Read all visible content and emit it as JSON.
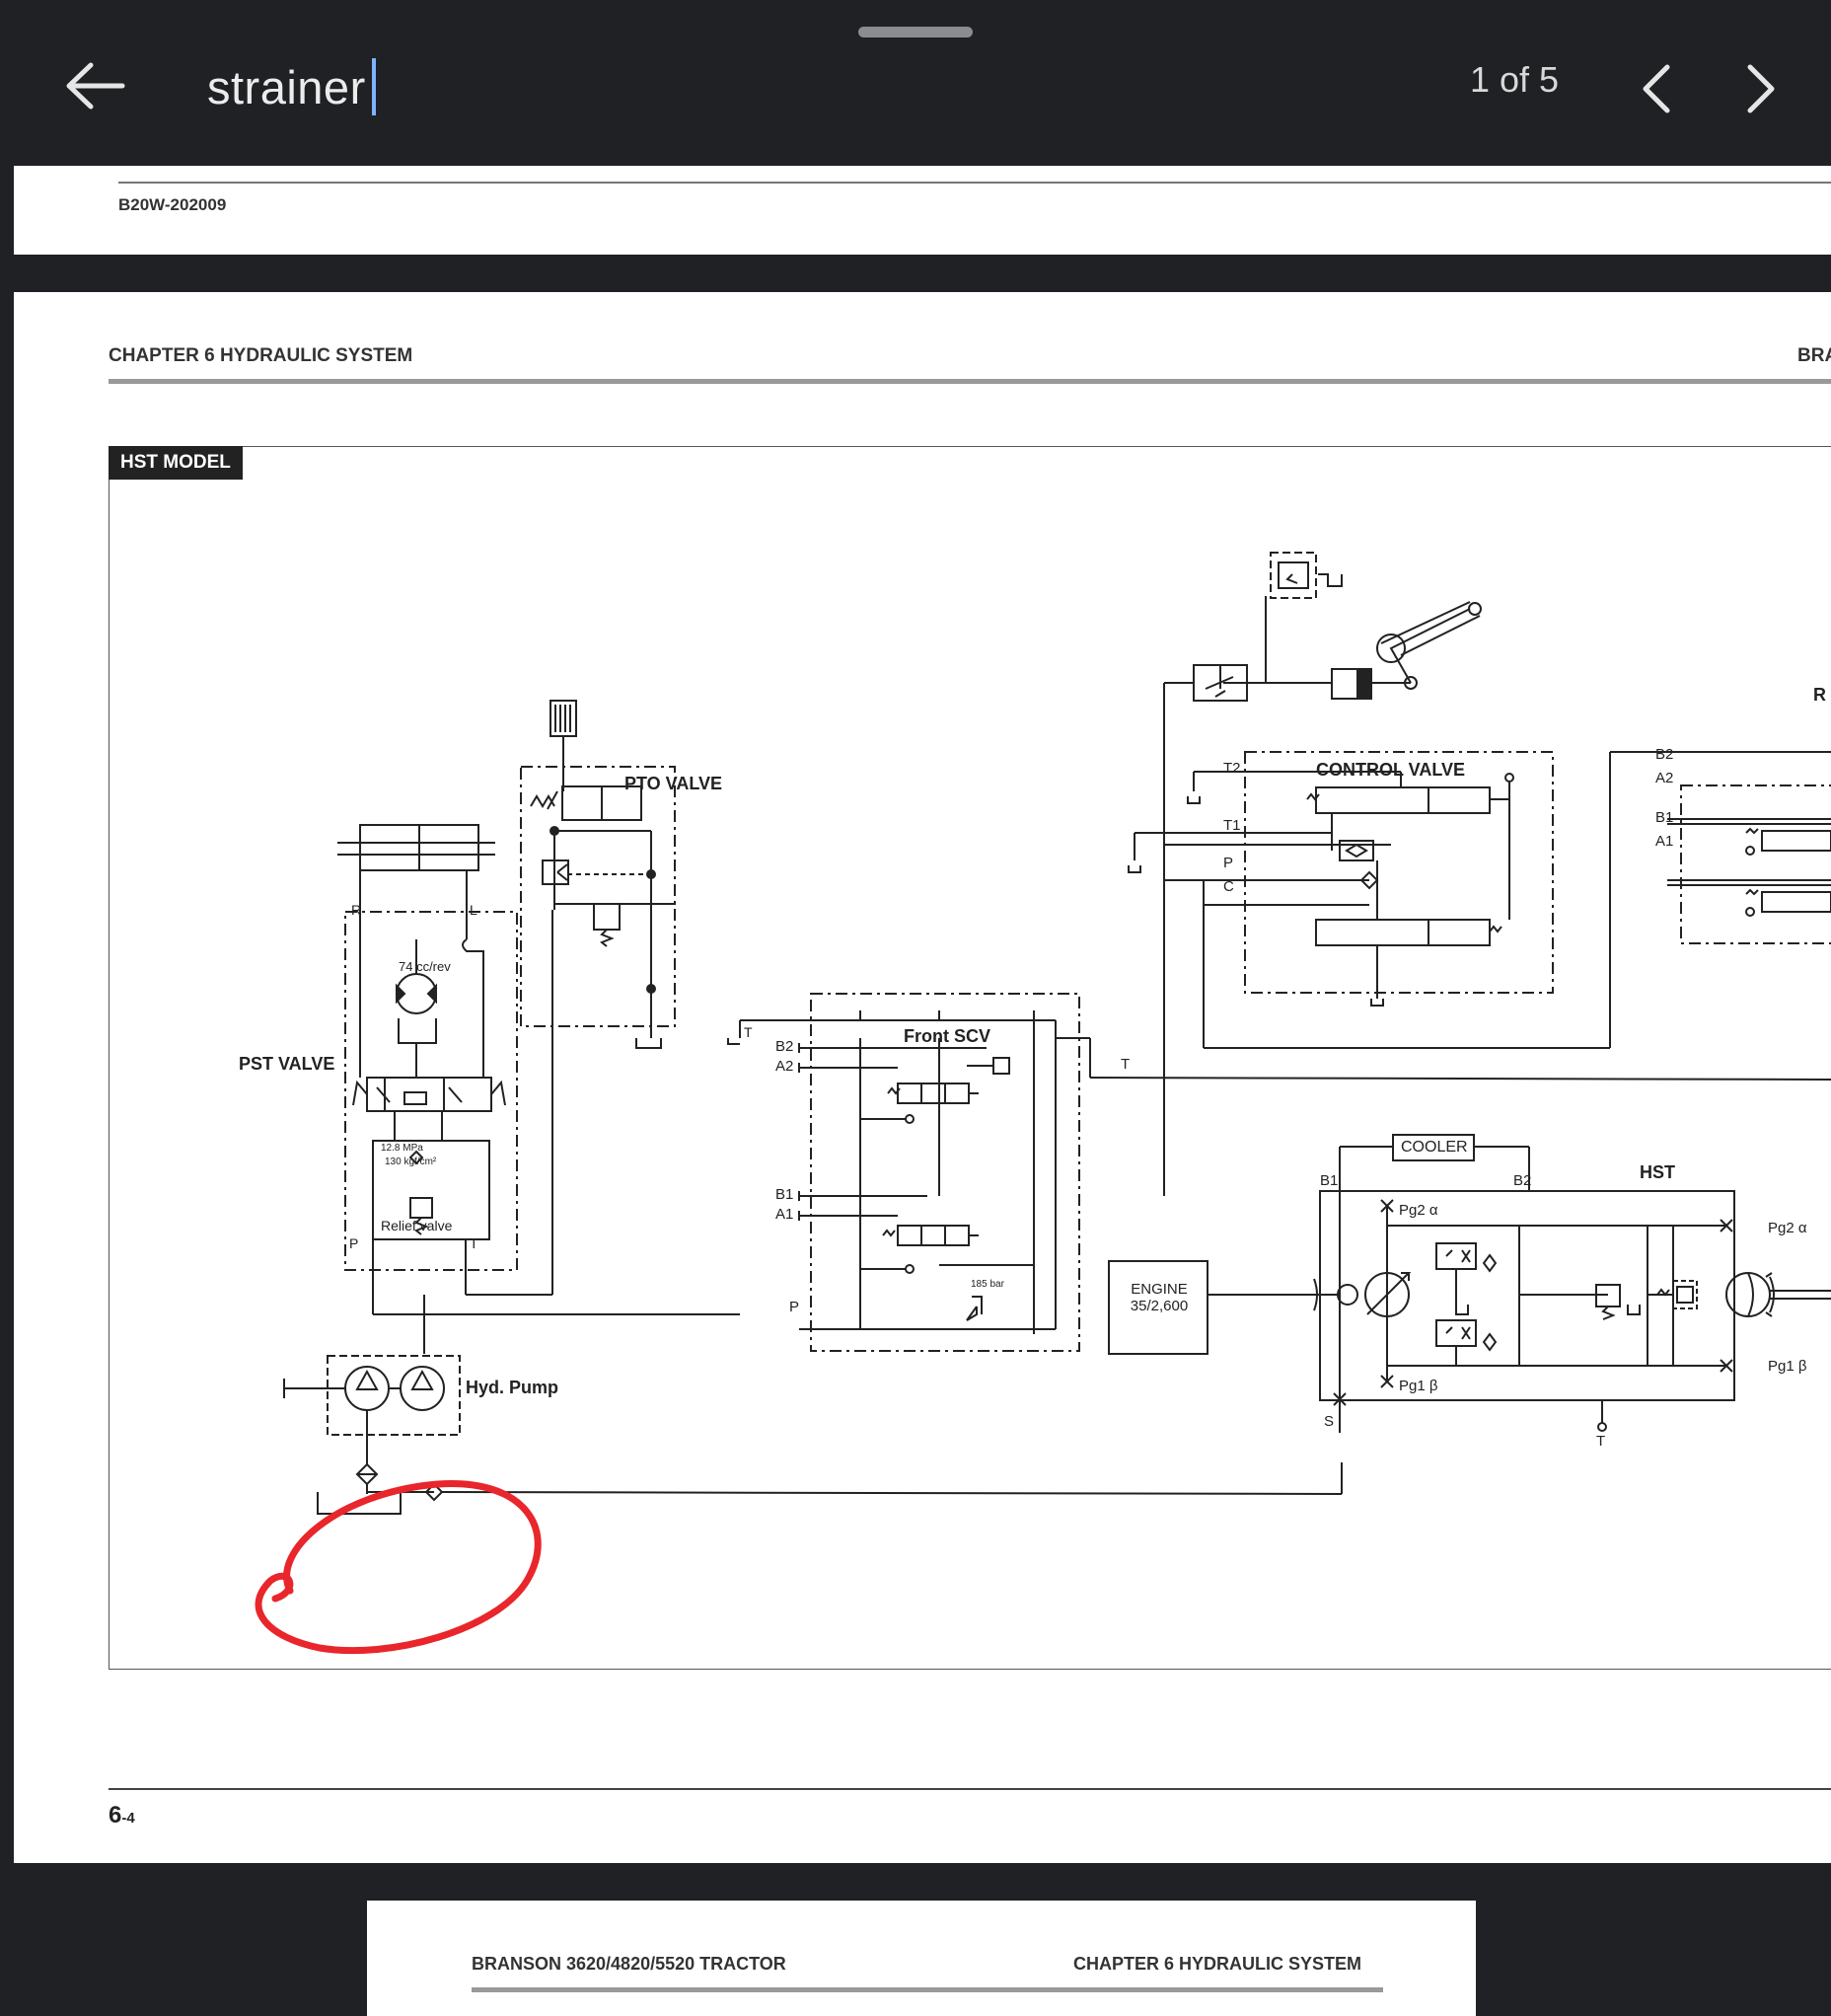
{
  "toolbar": {
    "search_value": "strainer",
    "match_counter": "1 of 5"
  },
  "page_prev": {
    "doc_code": "B20W-202009"
  },
  "page_main": {
    "chapter_header": "CHAPTER 6  HYDRAULIC SYSTEM",
    "header_right_fragment": "BRA",
    "model_badge": "HST MODEL",
    "page_number": "6",
    "page_number_sub": "-4",
    "diagram": {
      "pto_valve": "PTO VALVE",
      "control_valve": "CONTROL VALVE",
      "right_fragment": "R",
      "pst_valve": "PST VALVE",
      "motor_rate": "74 cc/rev",
      "port_r": "R",
      "port_l": "L",
      "relief_mpa": "12.8",
      "relief_mpa_unit": "MPa",
      "relief_kgf": "130",
      "relief_kgf_unit": "kgf/cm²",
      "relief_valve": "Relief valve",
      "port_p": "P",
      "port_t": "T",
      "hyd_pump": "Hyd. Pump",
      "front_scv": "Front SCV",
      "scv_b2": "B2",
      "scv_a2": "A2",
      "scv_b1": "B1",
      "scv_a1": "A1",
      "scv_t": "T",
      "scv_p": "P",
      "scv_t_right": "T",
      "scv_relief": "185",
      "scv_relief_unit": "bar",
      "cv_t2": "T2",
      "cv_t1": "T1",
      "cv_p": "P",
      "cv_c": "C",
      "rv_b2": "B2",
      "rv_a2": "A2",
      "rv_b1": "B1",
      "rv_a1": "A1",
      "cooler": "COOLER",
      "hst": "HST",
      "hst_b1": "B1",
      "hst_b2": "B2",
      "pg2_alpha_left": "Pg2 α",
      "pg2_alpha_right": "Pg2 α",
      "pg1_beta_left": "Pg1 β",
      "pg1_beta_right": "Pg1 β",
      "engine": "ENGINE",
      "engine_rating": "35/2,600",
      "hst_s": "S",
      "hst_t": "T"
    }
  },
  "page_next": {
    "header_left": "BRANSON 3620/4820/5520 TRACTOR",
    "header_right": "CHAPTER 6  HYDRAULIC SYSTEM"
  },
  "colors": {
    "toolbar_bg": "#1f2124",
    "caret": "#7eb4ff",
    "annotation_red": "#e8262b"
  }
}
